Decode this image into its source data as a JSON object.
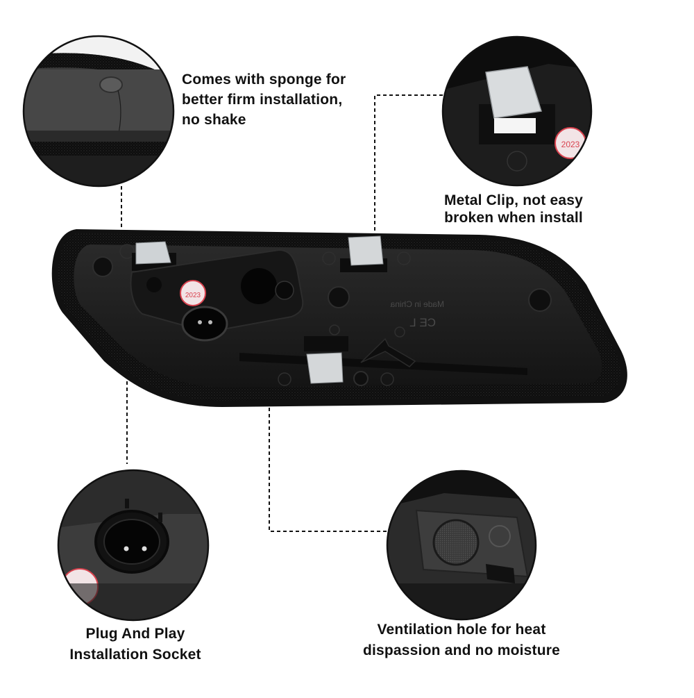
{
  "callouts": {
    "sponge": {
      "lines": [
        "Comes with sponge for",
        "better firm installation,",
        "no shake"
      ]
    },
    "metal_clip": {
      "lines": [
        "Metal Clip, not easy",
        "broken when install"
      ]
    },
    "socket": {
      "lines": [
        "Plug And Play",
        "Installation Socket"
      ]
    },
    "ventilation": {
      "lines": [
        "Ventilation hole for heat",
        "dispassion and no moisture"
      ]
    }
  },
  "product_markings": {
    "made_in": "Made in China",
    "ce_mark": "CE L",
    "sticker_year": "2023"
  },
  "colors": {
    "background": "#ffffff",
    "caption_text": "#111111",
    "product_black": "#1a1a1a",
    "foam_border": "#0d0d0d",
    "metal_clip": "#cfd3d6",
    "sticker_red": "#d9434f"
  }
}
